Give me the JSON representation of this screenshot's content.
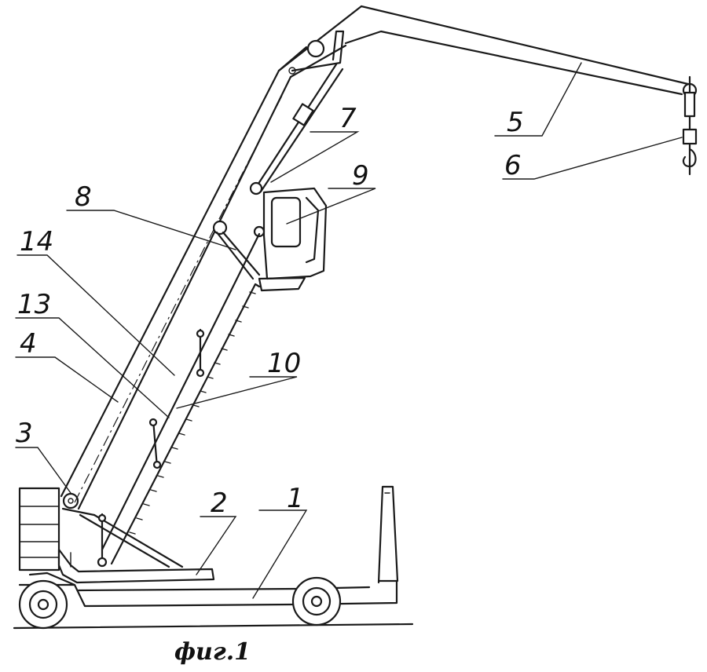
{
  "labels": {
    "l1": "1",
    "l2": "2",
    "l3": "3",
    "l4": "4",
    "l5": "5",
    "l6": "6",
    "l7": "7",
    "l8": "8",
    "l9": "9",
    "l10": "10",
    "l13": "13",
    "l14": "14"
  },
  "caption": "фиг.1"
}
